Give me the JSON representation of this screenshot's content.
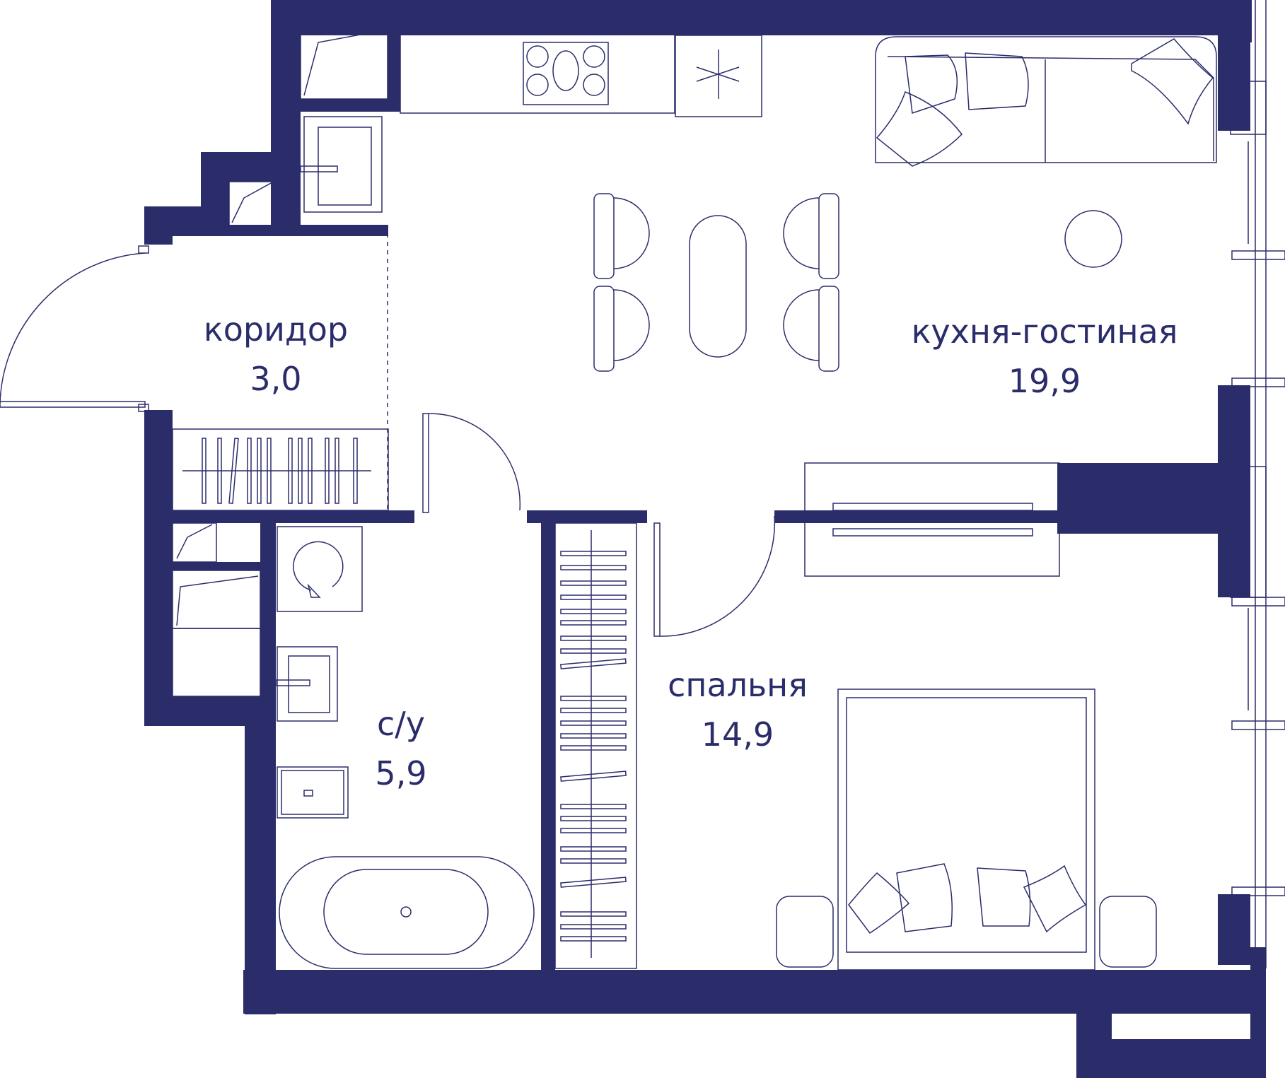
{
  "colors": {
    "wall": "#2b2d6b",
    "background": "#ffffff"
  },
  "rooms": [
    {
      "id": "corridor",
      "name": "коридор",
      "area": "3,0"
    },
    {
      "id": "kitchen_living",
      "name": "кухня-гостиная",
      "area": "19,9"
    },
    {
      "id": "bathroom",
      "name": "с/у",
      "area": "5,9"
    },
    {
      "id": "bedroom",
      "name": "спальня",
      "area": "14,9"
    }
  ]
}
